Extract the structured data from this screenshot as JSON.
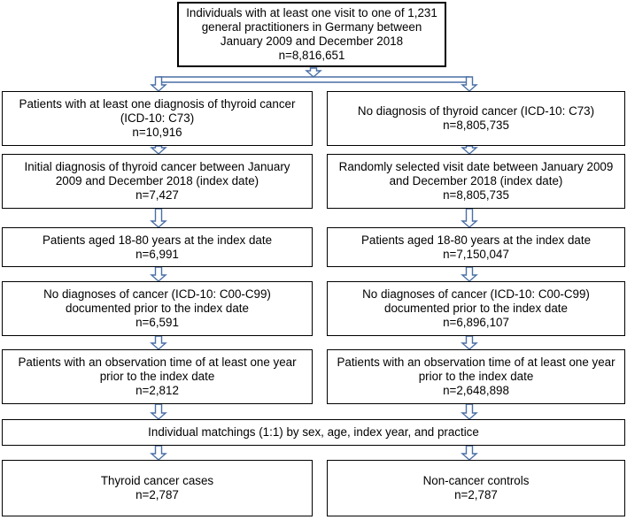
{
  "diagram": {
    "top": {
      "lines": [
        "Individuals with at least one visit to one of 1,231",
        "general practitioners in Germany between",
        "January 2009 and December 2018",
        "n=8,816,651"
      ]
    },
    "left": [
      {
        "lines": [
          "Patients with at least one diagnosis of thyroid cancer",
          "(ICD-10: C73)",
          "n=10,916"
        ]
      },
      {
        "lines": [
          "Initial diagnosis of thyroid cancer between January",
          "2009 and December 2018 (index date)",
          "n=7,427"
        ]
      },
      {
        "lines": [
          "Patients aged 18-80 years at the  index date",
          "n=6,991"
        ]
      },
      {
        "lines": [
          "No diagnoses of cancer (ICD-10: C00-C99)",
          "documented prior to the index date",
          "n=6,591"
        ]
      },
      {
        "lines": [
          "Patients with an observation time of at least one year",
          "prior to the index date",
          "n=2,812"
        ]
      }
    ],
    "right": [
      {
        "lines": [
          "No diagnosis of thyroid cancer (ICD-10: C73)",
          "n=8,805,735"
        ]
      },
      {
        "lines": [
          "Randomly selected visit date between January 2009",
          "and December 2018 (index date)",
          "n=8,805,735"
        ]
      },
      {
        "lines": [
          "Patients aged 18-80 years at the  index date",
          "n=7,150,047"
        ]
      },
      {
        "lines": [
          "No diagnoses of cancer (ICD-10: C00-C99)",
          "documented prior to the index date",
          "n=6,896,107"
        ]
      },
      {
        "lines": [
          "Patients with an observation time of at least one year",
          "prior to the index date",
          "n=2,648,898"
        ]
      }
    ],
    "matching": {
      "lines": [
        "Individual matchings (1:1) by sex, age, index year, and practice"
      ]
    },
    "final_left": {
      "lines": [
        "Thyroid cancer cases",
        "n=2,787"
      ]
    },
    "final_right": {
      "lines": [
        "Non-cancer controls",
        "n=2,787"
      ]
    }
  },
  "colors": {
    "box_border": "#000000",
    "arrow_stroke": "#4a6fa5",
    "arrow_fill": "#ffffff",
    "text": "#000000"
  }
}
